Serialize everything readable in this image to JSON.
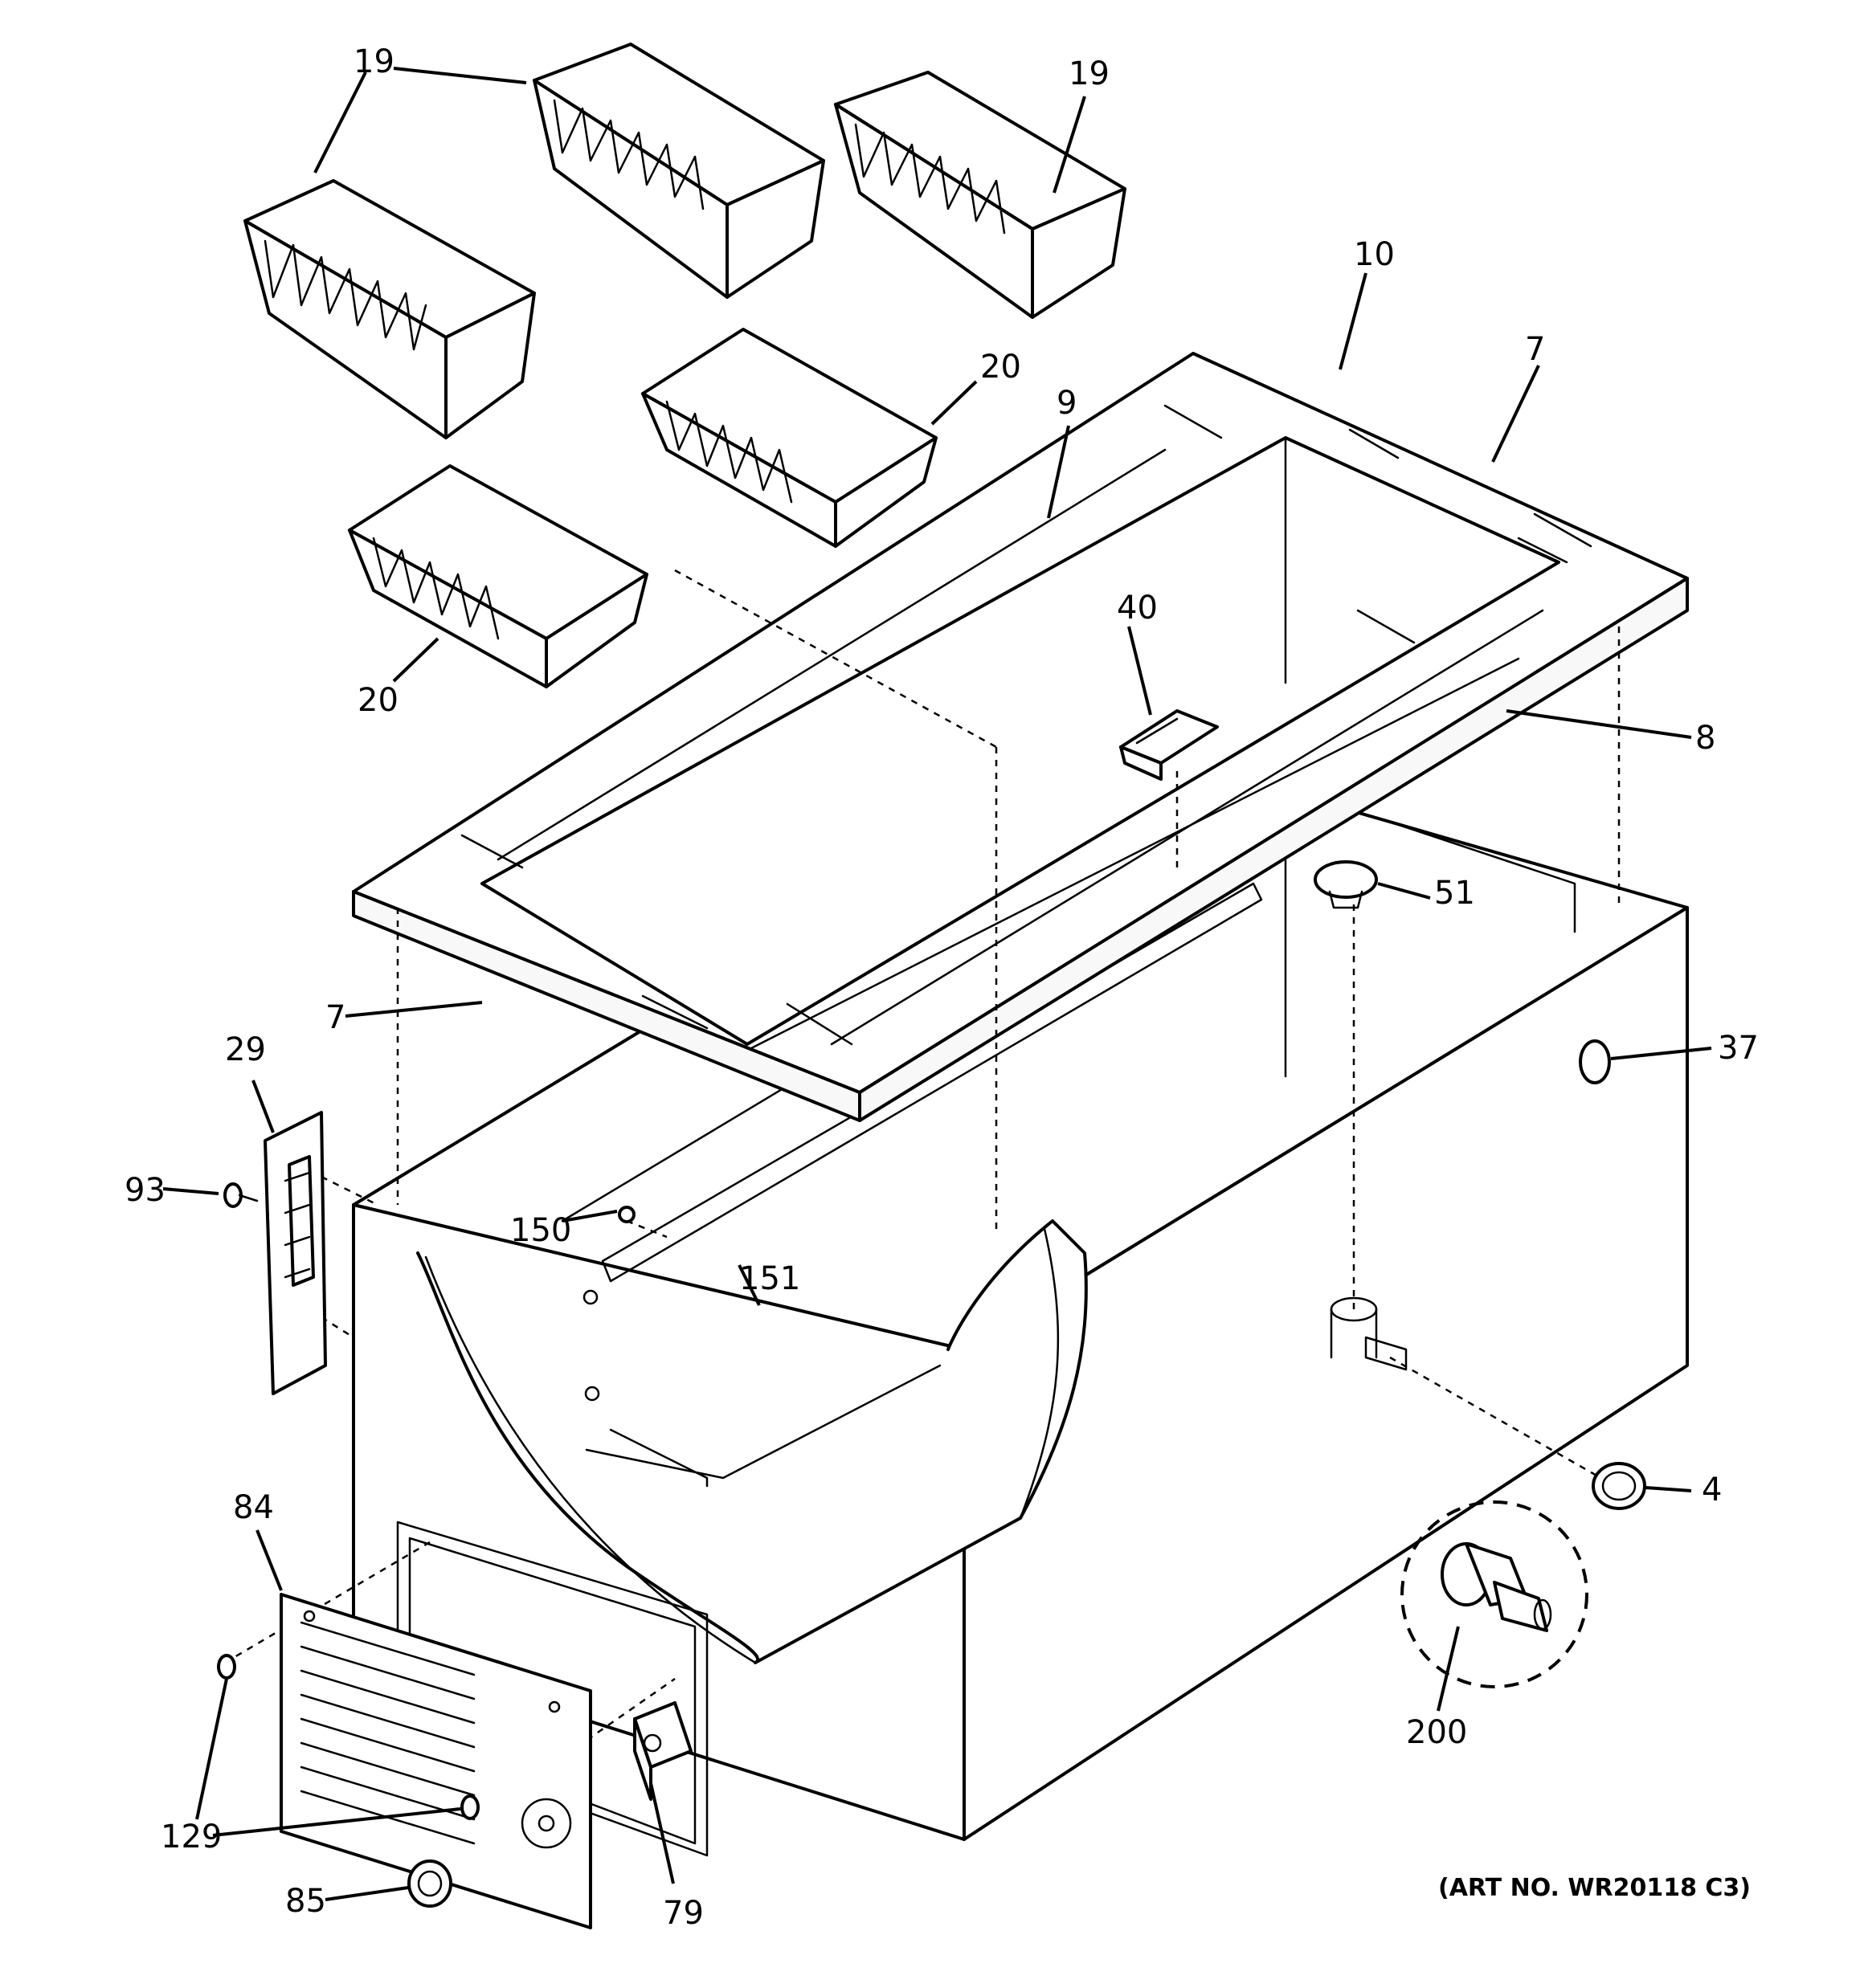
{
  "art_number": "(ART NO. WR20118 C3)",
  "callouts": {
    "c19a": "19",
    "c19b": "19",
    "c20a": "20",
    "c20b": "20",
    "c10": "10",
    "c7a": "7",
    "c7b": "7",
    "c9": "9",
    "c40": "40",
    "c8": "8",
    "c51": "51",
    "c37": "37",
    "c29": "29",
    "c93": "93",
    "c150": "150",
    "c151": "151",
    "c4": "4",
    "c84": "84",
    "c200": "200",
    "c129a": "129",
    "c129b": "129",
    "c85": "85",
    "c79": "79"
  },
  "colors": {
    "line": "#000000",
    "background": "#ffffff"
  }
}
